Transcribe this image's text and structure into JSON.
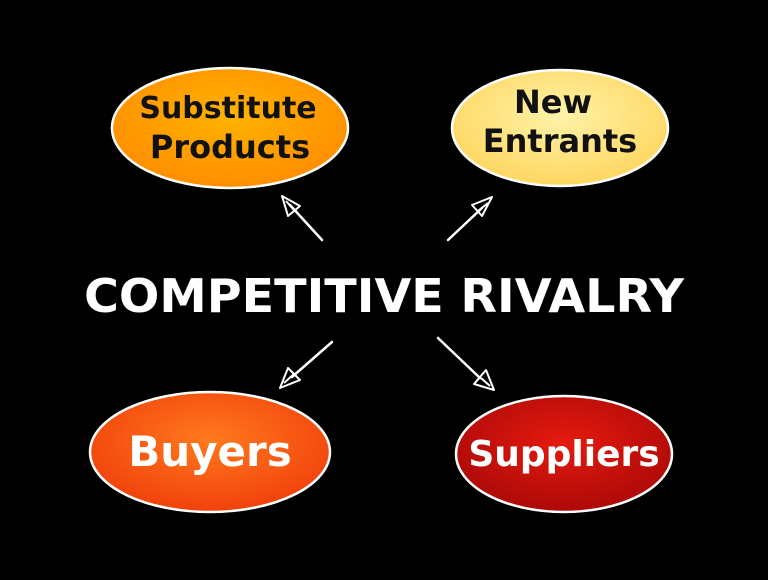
{
  "title": "COMPETITIVE RIVALRY",
  "nodes": {
    "substitute_products": {
      "line1": "Substitute",
      "line2": "Products"
    },
    "new_entrants": {
      "line1": "New",
      "line2": "Entrants"
    },
    "buyers": {
      "label": "Buyers"
    },
    "suppliers": {
      "label": "Suppliers"
    }
  },
  "colors": {
    "background": "#000000",
    "substitute_products": "#ff9800",
    "new_entrants": "#ffe680",
    "buyers": "#ff5a14",
    "suppliers": "#d41010",
    "text_dark": "#111111",
    "text_light": "#ffffff"
  }
}
